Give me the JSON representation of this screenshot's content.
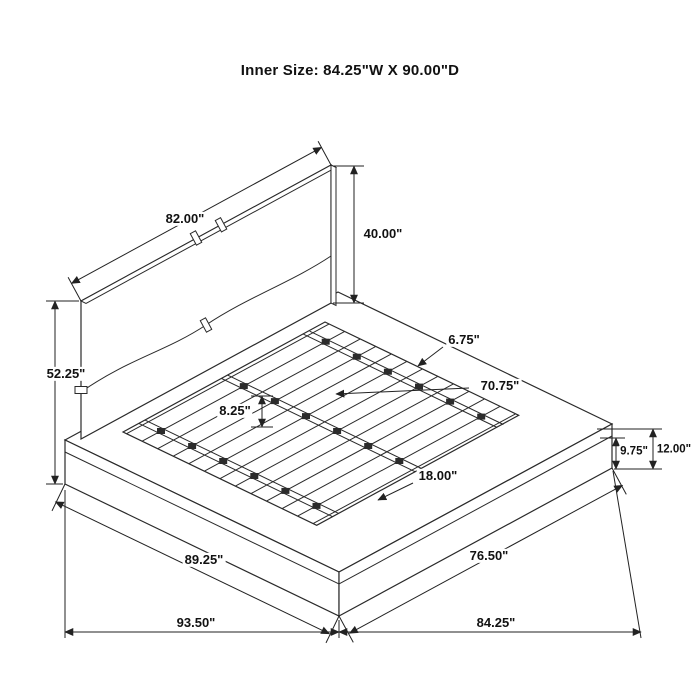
{
  "page": {
    "title": "Inner Size: 84.25\"W X 90.00\"D"
  },
  "dimensions": {
    "headboard_width": "82.00\"",
    "headboard_panel_height": "40.00\"",
    "headboard_total_height": "52.25\"",
    "side_rim_width": "6.75\"",
    "slat_length": "70.75\"",
    "slat_spacing": "8.25\"",
    "foot_ledge_depth": "18.00\"",
    "rail_height": "9.75\"",
    "platform_height": "12.00\"",
    "side_edge_length": "89.25\"",
    "foot_edge_length": "76.50\"",
    "overall_width": "93.50\"",
    "overall_depth": "84.25\""
  }
}
